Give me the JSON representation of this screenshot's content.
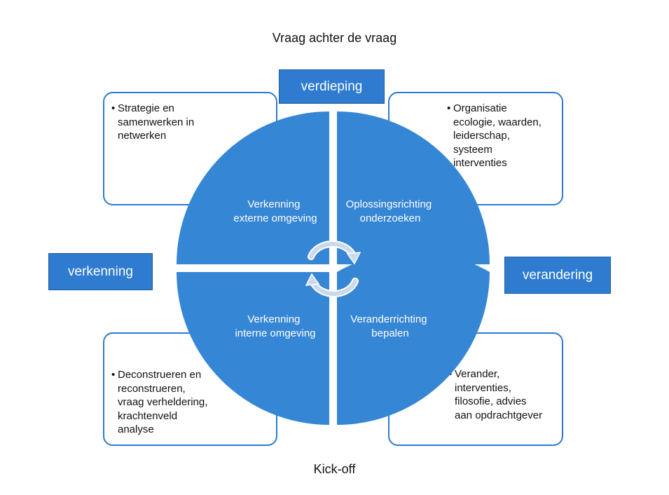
{
  "title": "Vraag achter de vraag",
  "footer": "Kick-off",
  "labels": {
    "top": "verdieping",
    "left": "verkenning",
    "right": "verandering"
  },
  "quadrants": {
    "top_left": [
      "Verkenning",
      "externe omgeving"
    ],
    "top_right": [
      "Oplossingsrichting",
      "onderzoeken"
    ],
    "bottom_left": [
      "Verkenning",
      "interne omgeving"
    ],
    "bottom_right": [
      "Veranderrichting",
      "bepalen"
    ]
  },
  "notes": {
    "top_left": [
      "Strategie en",
      "samenwerken in",
      "netwerken"
    ],
    "top_right": [
      "Organisatie",
      "ecologie, waarden,",
      "leiderschap,",
      "systeem",
      "interventies"
    ],
    "bottom_left": [
      "Deconstrueren en",
      "reconstrueren,",
      "vraag verheldering,",
      "krachtenveld",
      "analyse"
    ],
    "bottom_right": [
      "Verander,",
      "interventies,",
      "filosofie, advies",
      "aan opdrachtgever"
    ]
  },
  "colors": {
    "primary": "#2e7bd0",
    "quadrant": "#3686d6",
    "border": "#2e7bd0",
    "arrow": "#c9d9ee"
  },
  "icons": [
    "cycle-arrows-icon"
  ]
}
